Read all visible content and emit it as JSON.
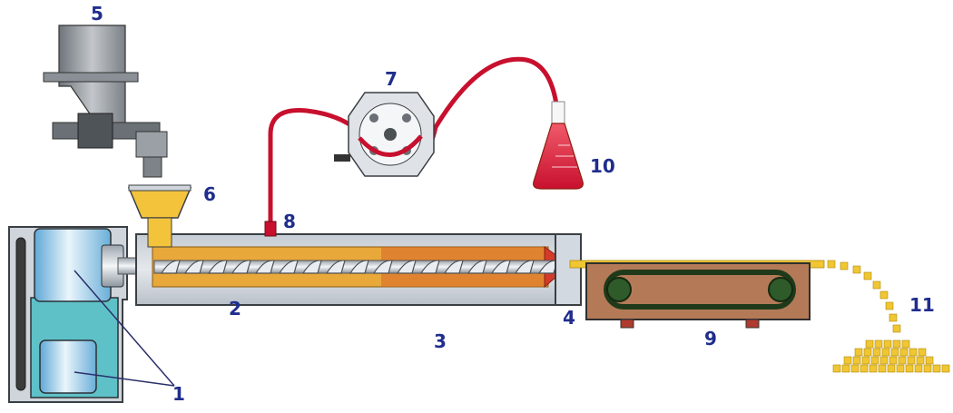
{
  "labels": {
    "l1": "1",
    "l2": "2",
    "l3": "3",
    "l4": "4",
    "l5": "5",
    "l6": "6",
    "l7": "7",
    "l8": "8",
    "l9": "9",
    "l10": "10",
    "l11": "11"
  },
  "colors": {
    "label": "#1f2d8c",
    "tubing": "#c8102e",
    "barrel": "#d9dfe6",
    "material": "#e8a83a",
    "motor_frame": "#5fc1c8",
    "conveyor": "#b47a58",
    "pellet": "#f0c632"
  }
}
